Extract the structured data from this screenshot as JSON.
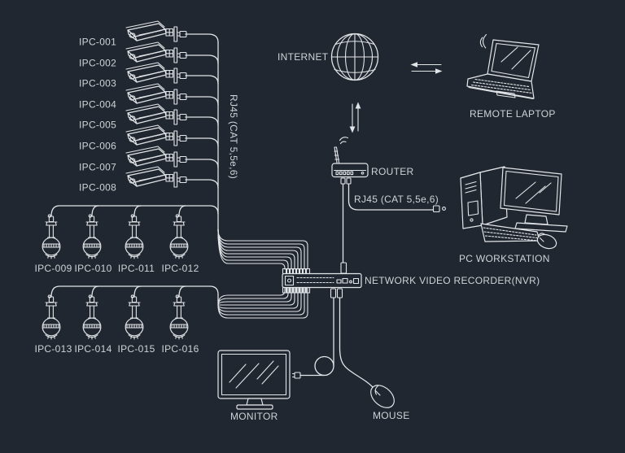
{
  "palette": {
    "background": "#212730",
    "line": "#e2e5e8",
    "text": "#ced3d7"
  },
  "cameras": {
    "bullet": [
      "IPC-001",
      "IPC-002",
      "IPC-003",
      "IPC-004",
      "IPC-005",
      "IPC-006",
      "IPC-007",
      "IPC-008"
    ],
    "dome_row1": [
      "IPC-009",
      "IPC-010",
      "IPC-011",
      "IPC-012"
    ],
    "dome_row2": [
      "IPC-013",
      "IPC-014",
      "IPC-015",
      "IPC-016"
    ]
  },
  "nodes": {
    "internet": "INTERNET",
    "remote_laptop": "REMOTE LAPTOP",
    "router": "ROUTER",
    "pc_workstation": "PC WORKSTATION",
    "nvr": "NETWORK VIDEO RECORDER(NVR)",
    "monitor": "MONITOR",
    "mouse": "MOUSE"
  },
  "cable_labels": {
    "camera_trunk": "RJ45 (CAT 5,5e,6)",
    "router_to_pc": "RJ45 (CAT 5,5e,6)"
  }
}
